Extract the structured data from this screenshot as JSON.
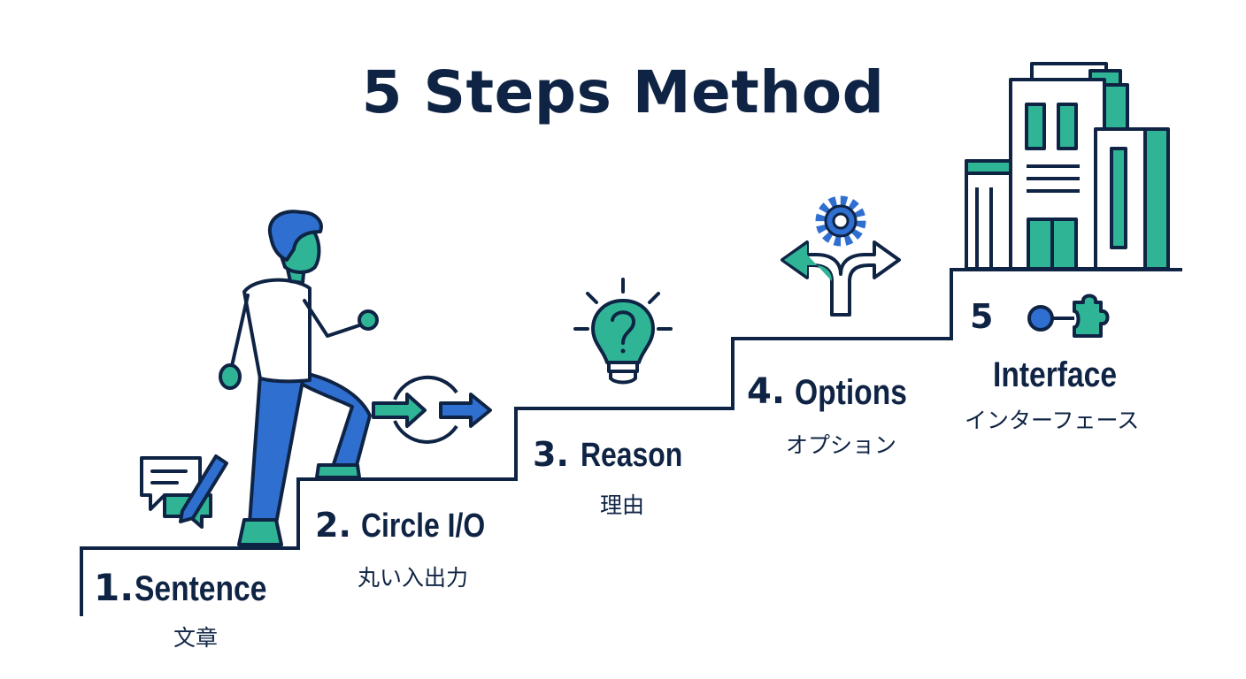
{
  "title": "5 Steps Method",
  "colors": {
    "navy": "#0f2444",
    "teal": "#2fb596",
    "blue": "#2f6fd0",
    "white": "#ffffff"
  },
  "steps": [
    {
      "number": "1.",
      "label": "Sentence",
      "label_jp": "文章",
      "icon": "chat-pencil-icon"
    },
    {
      "number": "2.",
      "label": "Circle I/O",
      "label_jp": "丸い入出力",
      "icon": "circle-io-arrows-icon"
    },
    {
      "number": "3.",
      "label": "Reason",
      "label_jp": "理由",
      "icon": "lightbulb-question-icon"
    },
    {
      "number": "4.",
      "label": "Options",
      "label_jp": "オプション",
      "icon": "gear-fork-arrows-icon"
    },
    {
      "number": "5",
      "label": "Interface",
      "label_jp": "インターフェース",
      "icon": "puzzle-connector-icon"
    }
  ],
  "illustrations": {
    "figure": "person-climbing-stairs",
    "goal": "office-building-icon"
  }
}
